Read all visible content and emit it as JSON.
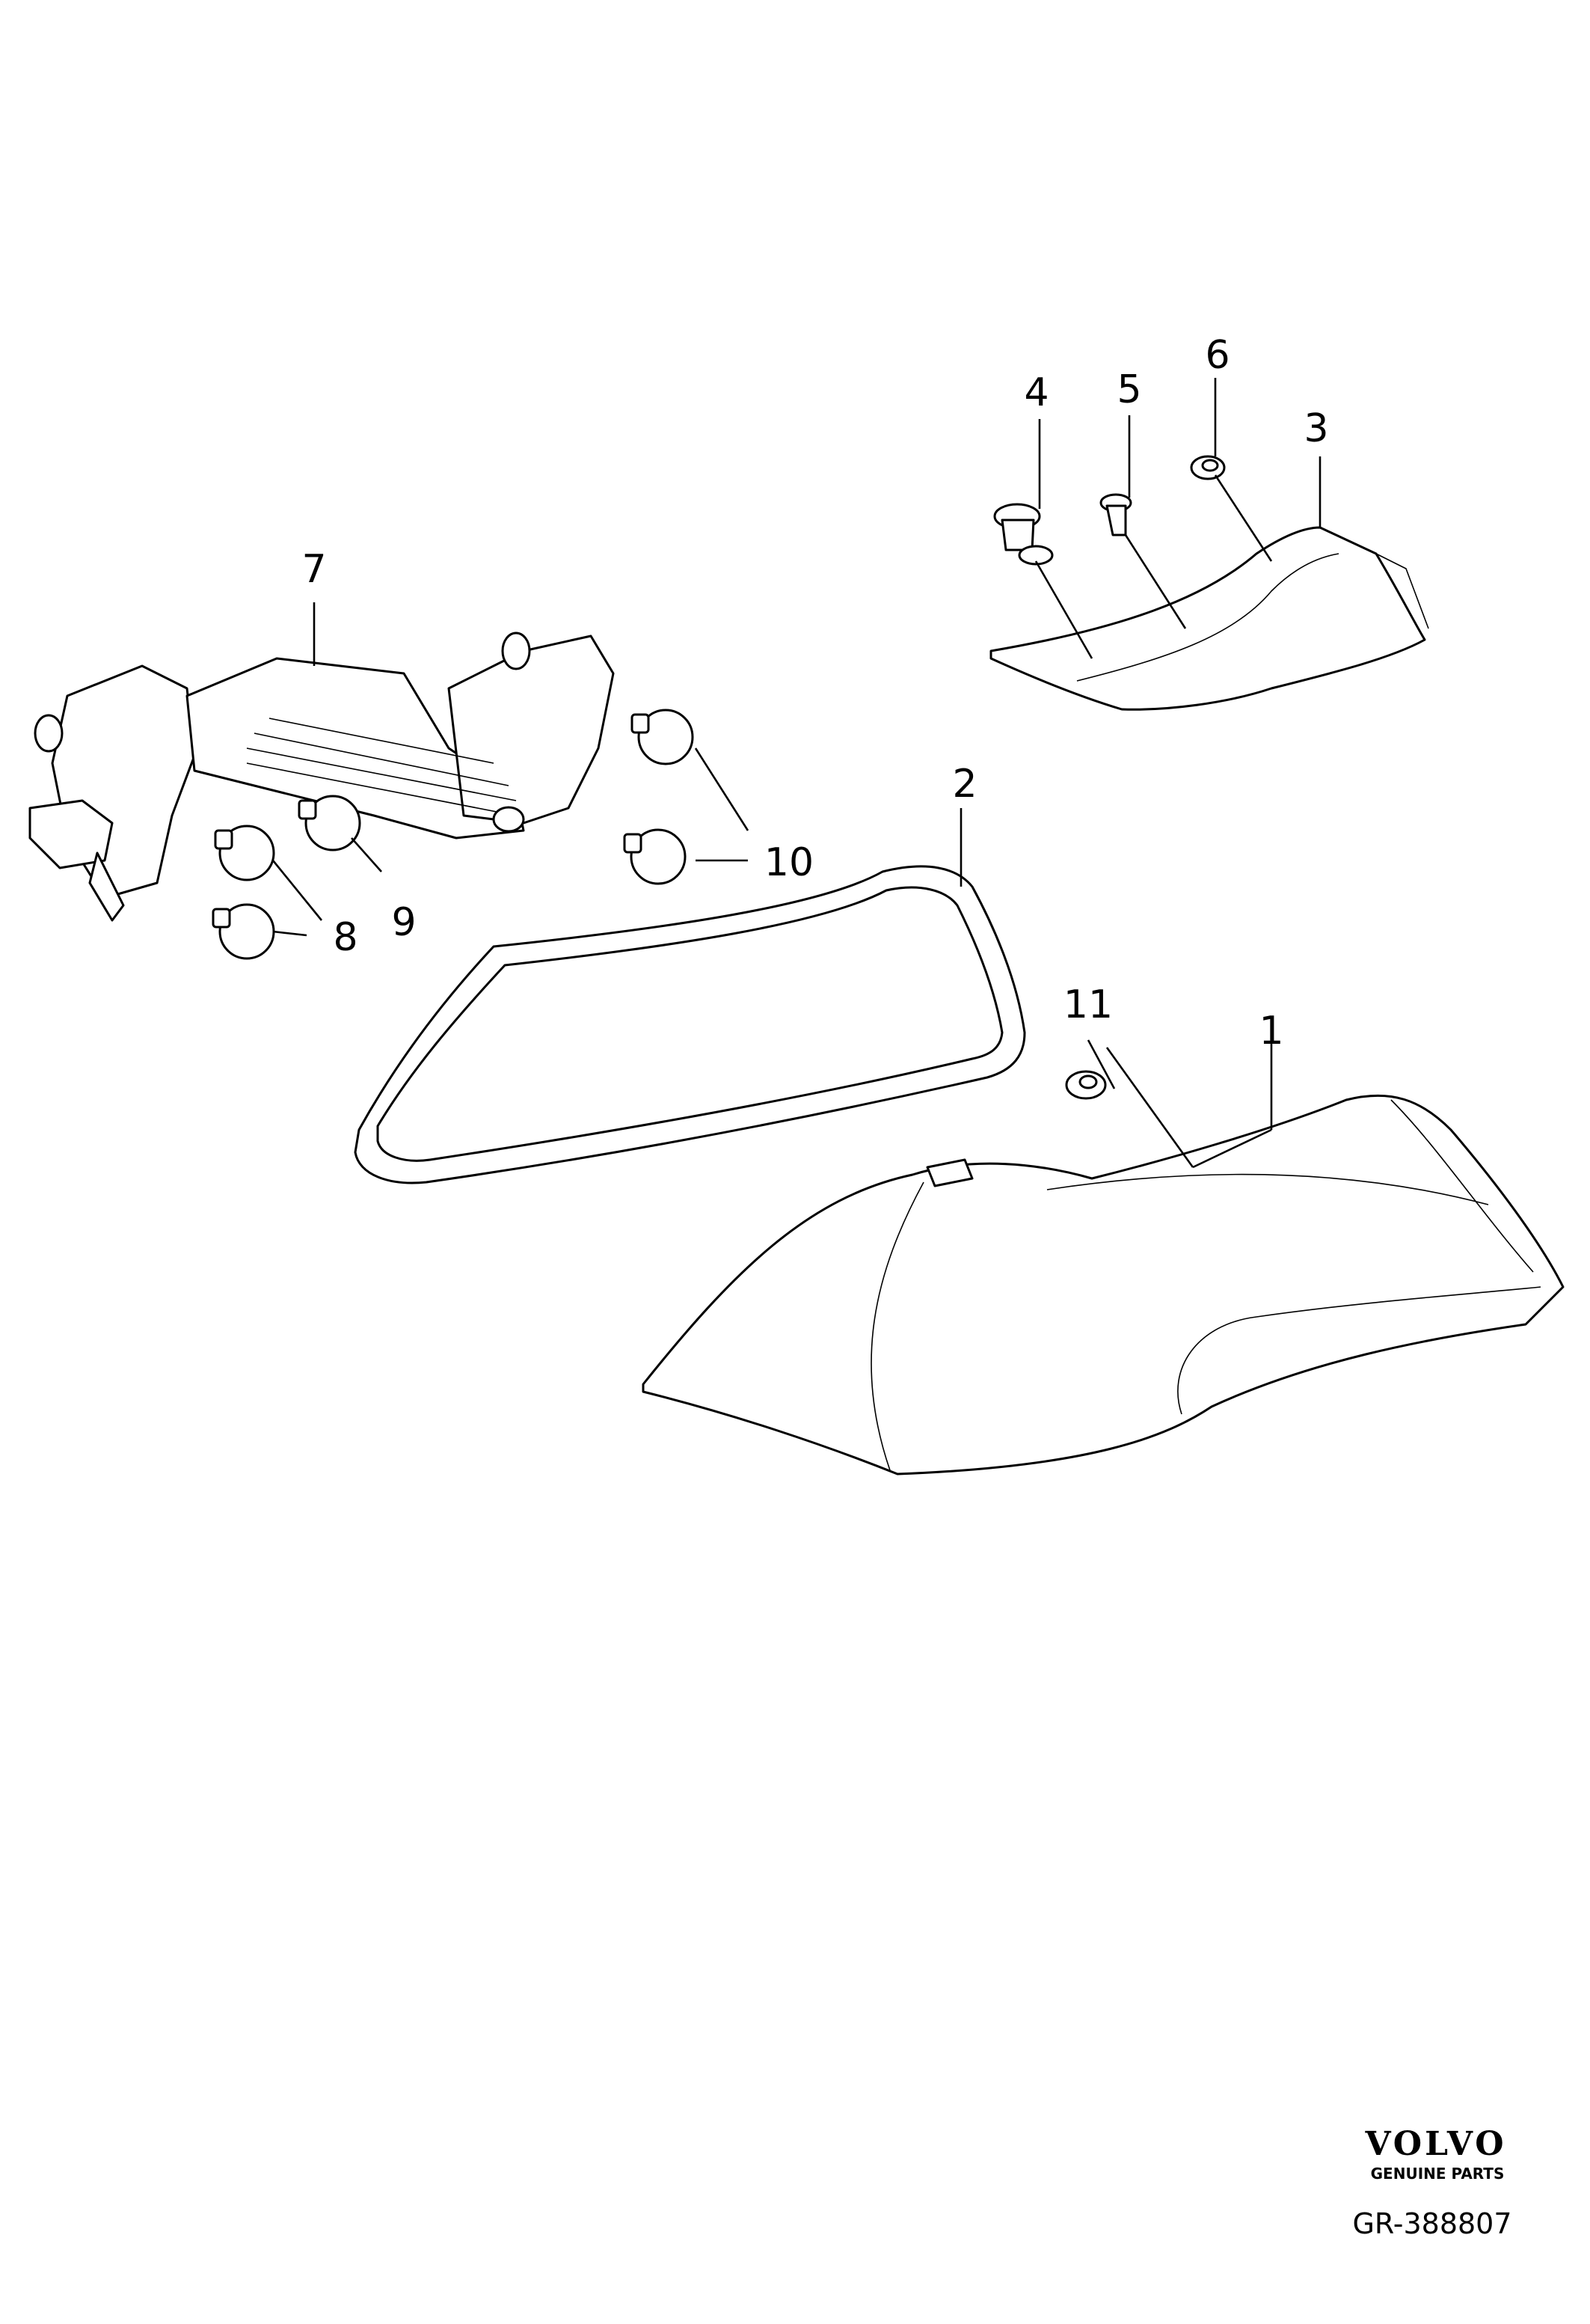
{
  "callouts": [
    {
      "id": "c1",
      "text": "1"
    },
    {
      "id": "c2",
      "text": "2"
    },
    {
      "id": "c3",
      "text": "3"
    },
    {
      "id": "c4",
      "text": "4"
    },
    {
      "id": "c5",
      "text": "5"
    },
    {
      "id": "c6",
      "text": "6"
    },
    {
      "id": "c7",
      "text": "7"
    },
    {
      "id": "c8a",
      "text": "8"
    },
    {
      "id": "c9",
      "text": "9"
    },
    {
      "id": "c10",
      "text": "10"
    },
    {
      "id": "c11",
      "text": "11"
    }
  ],
  "brand": {
    "logo": "VOLVO",
    "tagline": "GENUINE PARTS",
    "reference": "GR-388807"
  }
}
